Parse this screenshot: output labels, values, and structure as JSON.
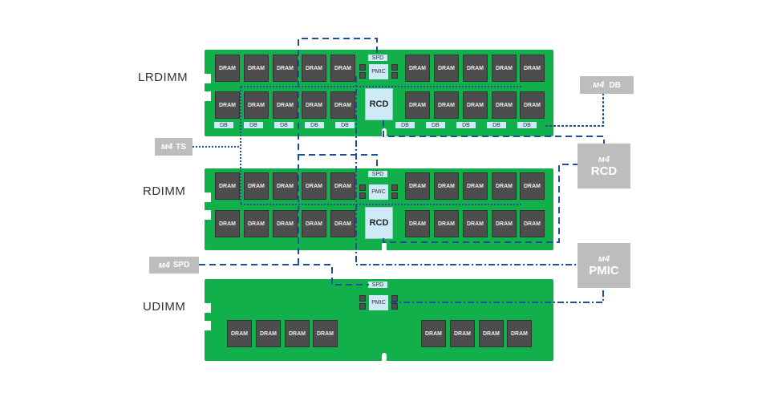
{
  "modules": [
    {
      "name": "LRDIMM",
      "dram_label": "DRAM",
      "spd": "SPD",
      "pmic": "PMIC",
      "rcd": "RCD",
      "db": "DB"
    },
    {
      "name": "RDIMM",
      "dram_label": "DRAM",
      "spd": "SPD",
      "pmic": "PMIC",
      "rcd": "RCD"
    },
    {
      "name": "UDIMM",
      "dram_label": "DRAM",
      "spd": "SPD",
      "pmic": "PMIC"
    }
  ],
  "components": {
    "db": "DB",
    "rcd": "RCD",
    "pmic": "PMIC",
    "ts": "TS",
    "spd": "SPD"
  },
  "colors": {
    "board": "#12b04a",
    "line": "#1f4e9c",
    "component_box": "#bdbdbd"
  }
}
